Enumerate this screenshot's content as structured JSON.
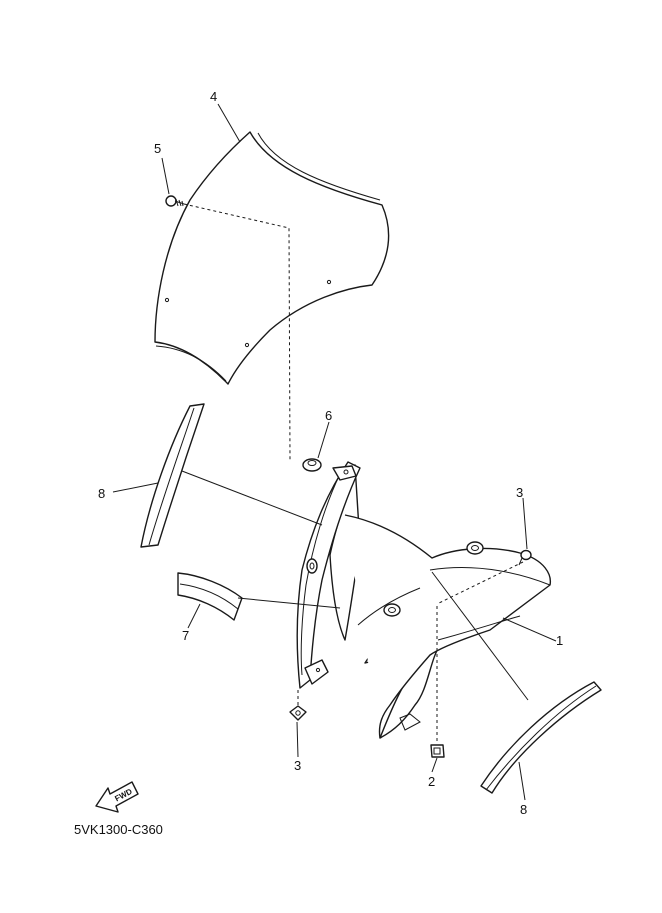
{
  "callouts": {
    "c1": "1",
    "c2": "2",
    "c3a": "3",
    "c3b": "3",
    "c4": "4",
    "c5": "5",
    "c6": "6",
    "c7": "7",
    "c8a": "8",
    "c8b": "8"
  },
  "fwd_label": "FWD",
  "diagram_code": "5VK1300-C360"
}
